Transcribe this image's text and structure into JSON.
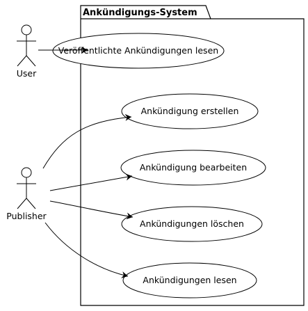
{
  "package": {
    "title": "Ankündigungs-System"
  },
  "actors": [
    {
      "id": "user",
      "label": "User"
    },
    {
      "id": "publisher",
      "label": "Publisher"
    }
  ],
  "use_cases": [
    {
      "id": "uc1",
      "label": "Veröffentlichte Ankündigungen lesen"
    },
    {
      "id": "uc2",
      "label": "Ankündigung erstellen"
    },
    {
      "id": "uc3",
      "label": "Ankündigung bearbeiten"
    },
    {
      "id": "uc4",
      "label": "Ankündigungen löschen"
    },
    {
      "id": "uc5",
      "label": "Ankündigungen lesen"
    }
  ],
  "associations": [
    {
      "from": "user",
      "to": "uc1"
    },
    {
      "from": "publisher",
      "to": "uc2"
    },
    {
      "from": "publisher",
      "to": "uc3"
    },
    {
      "from": "publisher",
      "to": "uc4"
    },
    {
      "from": "publisher",
      "to": "uc5"
    }
  ],
  "colors": {
    "stroke": "#000000",
    "background": "#ffffff"
  }
}
